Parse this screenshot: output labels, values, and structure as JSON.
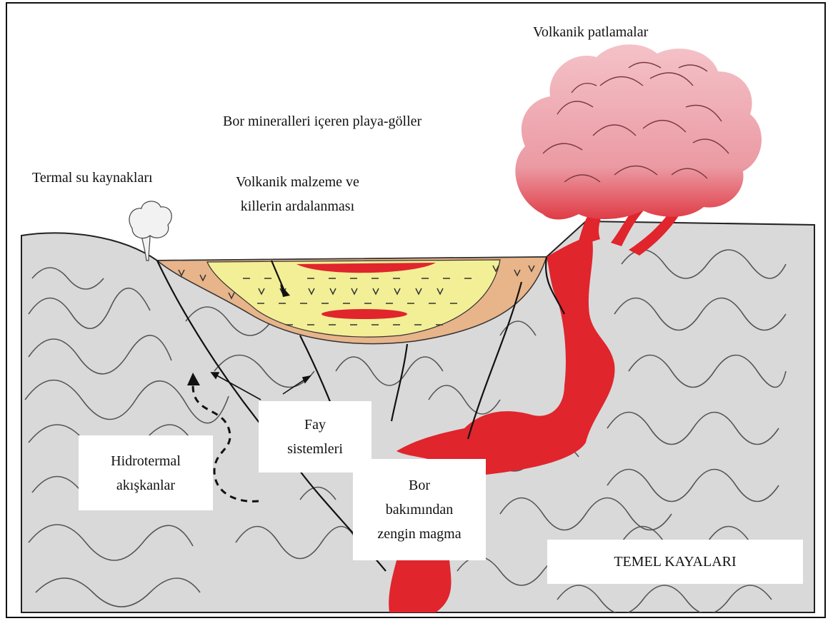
{
  "labels": {
    "volcanic_eruptions": "Volkanik patlamalar",
    "playa_lakes": "Bor mineralleri içeren playa-göller",
    "thermal_springs": "Termal su kaynakları",
    "volcanic_material_line1": "Volkanik malzeme ve",
    "volcanic_material_line2": "killerin ardalanması",
    "fault_line1": "Fay",
    "fault_line2": "sistemleri",
    "hydrothermal_line1": "Hidrotermal",
    "hydrothermal_line2": "akışkanlar",
    "magma_line1": "Bor",
    "magma_line2": "bakımından",
    "magma_line3": "zengin magma",
    "basement_rocks": "TEMEL KAYALARI"
  },
  "colors": {
    "rock": "#d9d9d9",
    "lake_fill": "#f2ef96",
    "lake_edge": "#e8b48a",
    "magma": "#e0252c",
    "cloud": "#eeaab2",
    "line": "#222222"
  }
}
